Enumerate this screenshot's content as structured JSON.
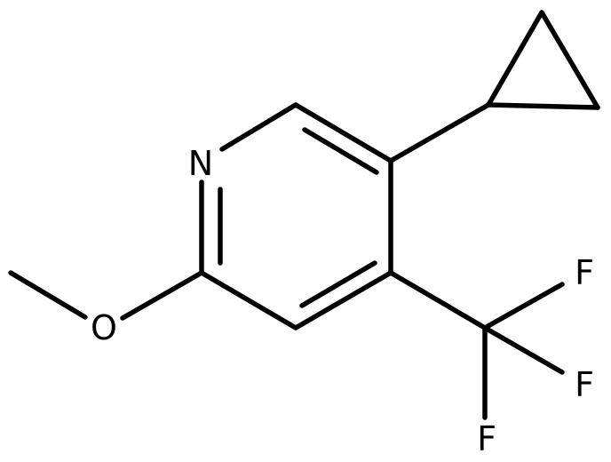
{
  "molecule": {
    "atoms": {
      "nitrogen": "N",
      "oxygen": "O",
      "fluorine_1": "F",
      "fluorine_2": "F",
      "fluorine_3": "F"
    },
    "substituents": [
      "methoxy",
      "cyclopropyl",
      "trifluoromethyl"
    ],
    "colors": {
      "bond": "#000000",
      "label": "#000000",
      "background": "#ffffff"
    }
  }
}
